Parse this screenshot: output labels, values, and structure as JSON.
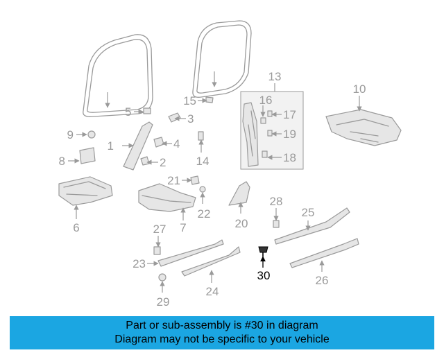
{
  "diagram": {
    "highlighted_part": "30",
    "callouts": [
      "1",
      "2",
      "3",
      "4",
      "5",
      "6",
      "7",
      "8",
      "9",
      "10",
      "13",
      "14",
      "15",
      "16",
      "17",
      "18",
      "19",
      "20",
      "21",
      "22",
      "23",
      "24",
      "25",
      "26",
      "27",
      "28",
      "29",
      "30"
    ]
  },
  "banner": {
    "line1": "Part or sub-assembly is #30 in diagram",
    "line2": "Diagram may not be specific to your vehicle",
    "color": "#1ba6e2"
  }
}
